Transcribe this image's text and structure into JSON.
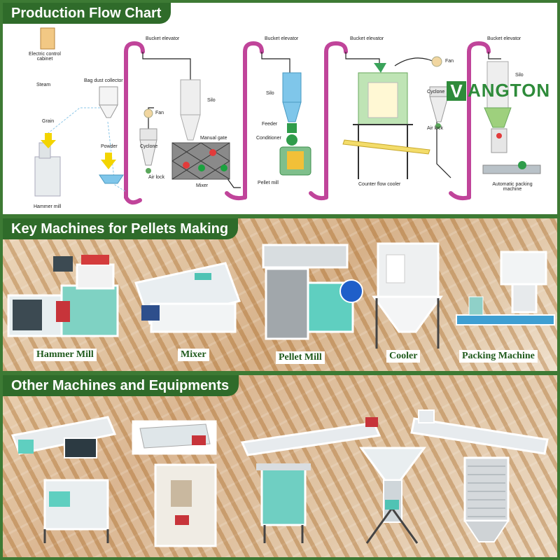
{
  "sections": {
    "flow_title": "Production Flow Chart",
    "key_title": "Key Machines for Pellets Making",
    "other_title": "Other Machines and Equipments"
  },
  "brand": {
    "logo_letter": "V",
    "logo_text": "ANGTON",
    "green": "#2e8b3a",
    "pipe_color": "#c0449a"
  },
  "flow_labels": {
    "electric_control_cabinet": "Electric control cabinet",
    "steam": "Steam",
    "bag_dust_collector": "Bag dust collector",
    "grain": "Grain",
    "powder": "Powder",
    "hammer_mill": "Hammer mill",
    "bucket_elevator_1": "Bucket elevator",
    "fan_1": "Fan",
    "cyclone_1": "Cyclone",
    "air_lock_1": "Air lock",
    "silo_1": "Silo",
    "manual_gate": "Manual gate",
    "mixer": "Mixer",
    "bucket_elevator_2": "Bucket elevator",
    "silo_2": "Silo",
    "feeder": "Feeder",
    "conditioner": "Conditioner",
    "pellet_mill": "Pellet mill",
    "bucket_elevator_3": "Bucket elevator",
    "counter_flow_cooler": "Counter flow cooler",
    "fan_2": "Fan",
    "cyclone_2": "Cyclone",
    "air_lock_2": "Air lock",
    "bucket_elevator_4": "Bucket elevator",
    "silo_3": "Silo",
    "automatic_packing_machine": "Automatic packing machine"
  },
  "key_machines": [
    "Hammer Mill",
    "Mixer",
    "Pellet Mill",
    "Cooler",
    "Packing Machine"
  ]
}
